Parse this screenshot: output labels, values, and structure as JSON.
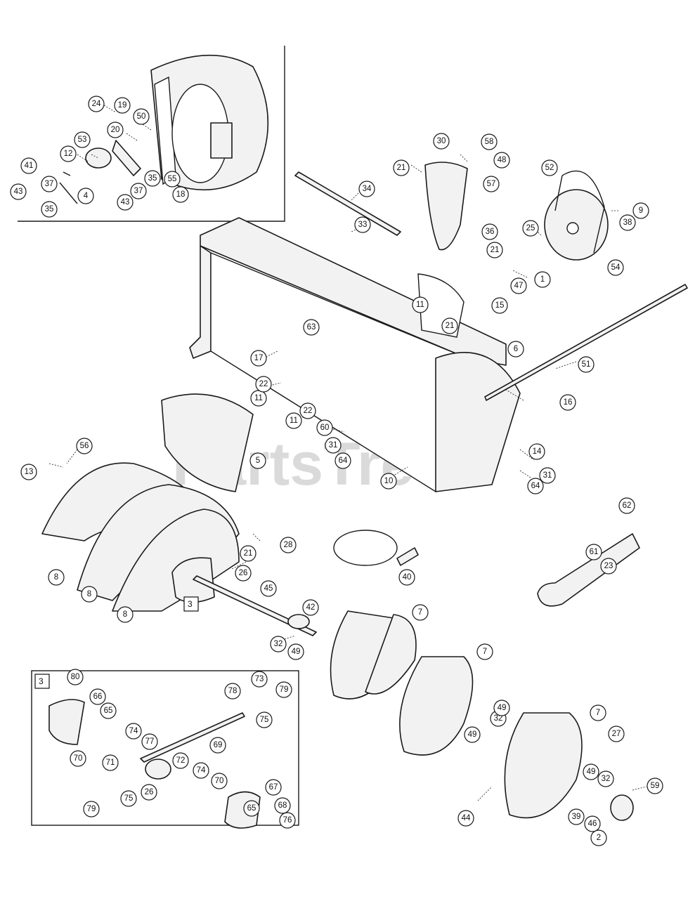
{
  "watermark": "PartsTree",
  "callouts": [
    "1",
    "2",
    "4",
    "5",
    "6",
    "7",
    "8",
    "9",
    "10",
    "11",
    "12",
    "13",
    "14",
    "15",
    "16",
    "17",
    "18",
    "19",
    "20",
    "21",
    "22",
    "23",
    "24",
    "25",
    "26",
    "27",
    "28",
    "30",
    "31",
    "32",
    "33",
    "34",
    "35",
    "36",
    "37",
    "38",
    "39",
    "40",
    "41",
    "42",
    "43",
    "44",
    "45",
    "46",
    "47",
    "48",
    "49",
    "50",
    "51",
    "52",
    "53",
    "54",
    "55",
    "56",
    "57",
    "58",
    "59",
    "60",
    "61",
    "62",
    "63",
    "64",
    "65",
    "66",
    "67",
    "68",
    "69",
    "70",
    "71",
    "72",
    "73",
    "74",
    "75",
    "76",
    "77",
    "78",
    "79",
    "80"
  ],
  "reference_box": {
    "main": "3",
    "inset": "3"
  }
}
